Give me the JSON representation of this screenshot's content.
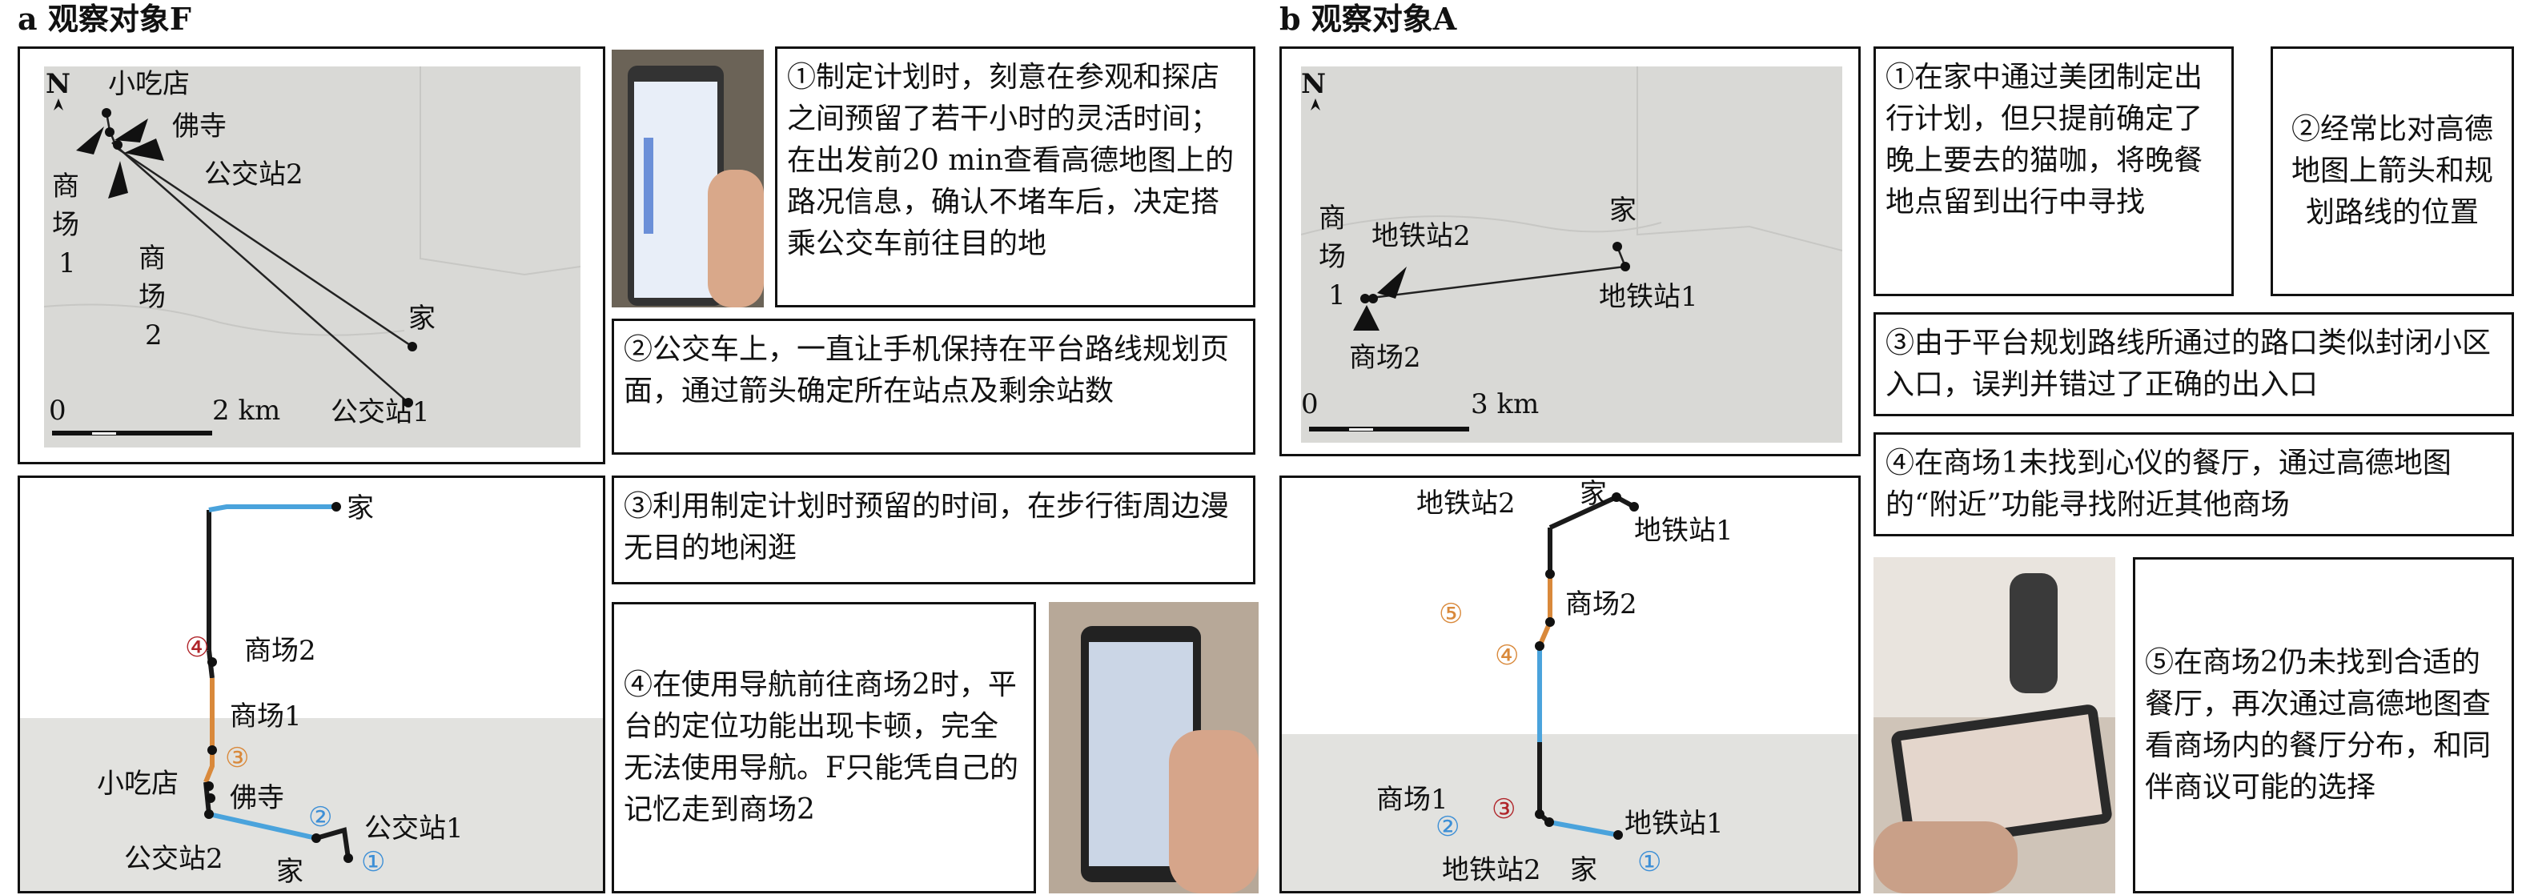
{
  "panel_a": {
    "title": "a 观察对象F",
    "map_top": {
      "north": "N",
      "labels": {
        "snack": "小吃店",
        "temple": "佛寺",
        "bus2": "公交站2",
        "mall1_line1": "商",
        "mall1_line2": "场",
        "mall1_line3": "1",
        "mall2_line1": "商",
        "mall2_line2": "场",
        "mall2_line3": "2",
        "home": "家",
        "bus1": "公交站1"
      },
      "scale_zero": "0",
      "scale_value": "2 km"
    },
    "notes": {
      "n1": "①制定计划时，刻意在参观和探店之间预留了若干小时的灵活时间；在出发前20 min查看高德地图上的路况信息，确认不堵车后，决定搭乘公交车前往目的地",
      "n2": "②公交车上，一直让手机保持在平台路线规划页面，通过箭头确定所在站点及剩余站数",
      "n3": "③利用制定计划时预留的时间，在步行街周边漫无目的地闲逛",
      "n4": "④在使用导航前往商场2时，平台的定位功能出现卡顿，完全无法使用导航。F只能凭自己的记忆走到商场2"
    },
    "route": {
      "home_top": "家",
      "mall2": "商场2",
      "mall1": "商场1",
      "snack": "小吃店",
      "temple": "佛寺",
      "bus1": "公交站1",
      "bus2": "公交站2",
      "home_bottom": "家",
      "m1": "①",
      "m2": "②",
      "m3": "③",
      "m4": "④"
    }
  },
  "panel_b": {
    "title": "b 观察对象A",
    "map_top": {
      "north": "N",
      "labels": {
        "home": "家",
        "metro2": "地铁站2",
        "metro1": "地铁站1",
        "mall1_line1": "商",
        "mall1_line2": "场",
        "mall1_line3": "1",
        "mall2": "商场2"
      },
      "scale_zero": "0",
      "scale_value": "3 km"
    },
    "notes": {
      "n1": "①在家中通过美团制定出行计划，但只提前确定了晚上要去的猫咖，将晚餐地点留到出行中寻找",
      "n2": "②经常比对高德地图上箭头和规划路线的位置",
      "n3": "③由于平台规划路线所通过的路口类似封闭小区入口，误判并错过了正确的出入口",
      "n4": "④在商场1未找到心仪的餐厅，通过高德地图的“附近”功能寻找附近其他商场",
      "n5": "⑤在商场2仍未找到合适的餐厅，再次通过高德地图查看商场内的餐厅分布，和同伴商议可能的选择"
    },
    "route": {
      "metro2_top": "地铁站2",
      "home_top": "家",
      "metro1_top": "地铁站1",
      "mall2": "商场2",
      "mall1": "商场1",
      "metro1_bottom": "地铁站1",
      "metro2_bottom": "地铁站2",
      "home_bottom": "家",
      "m1": "①",
      "m2": "②",
      "m3": "③",
      "m4": "④",
      "m5": "⑤"
    }
  },
  "colors": {
    "map_bg": "#d9d9d6",
    "walk_blue": "#4aa3dc",
    "transit_black": "#1a1a1a",
    "orange": "#d9893b",
    "marker_red": "#b0252a",
    "marker_blue": "#3d8fd6",
    "marker_orange": "#d9893b"
  }
}
